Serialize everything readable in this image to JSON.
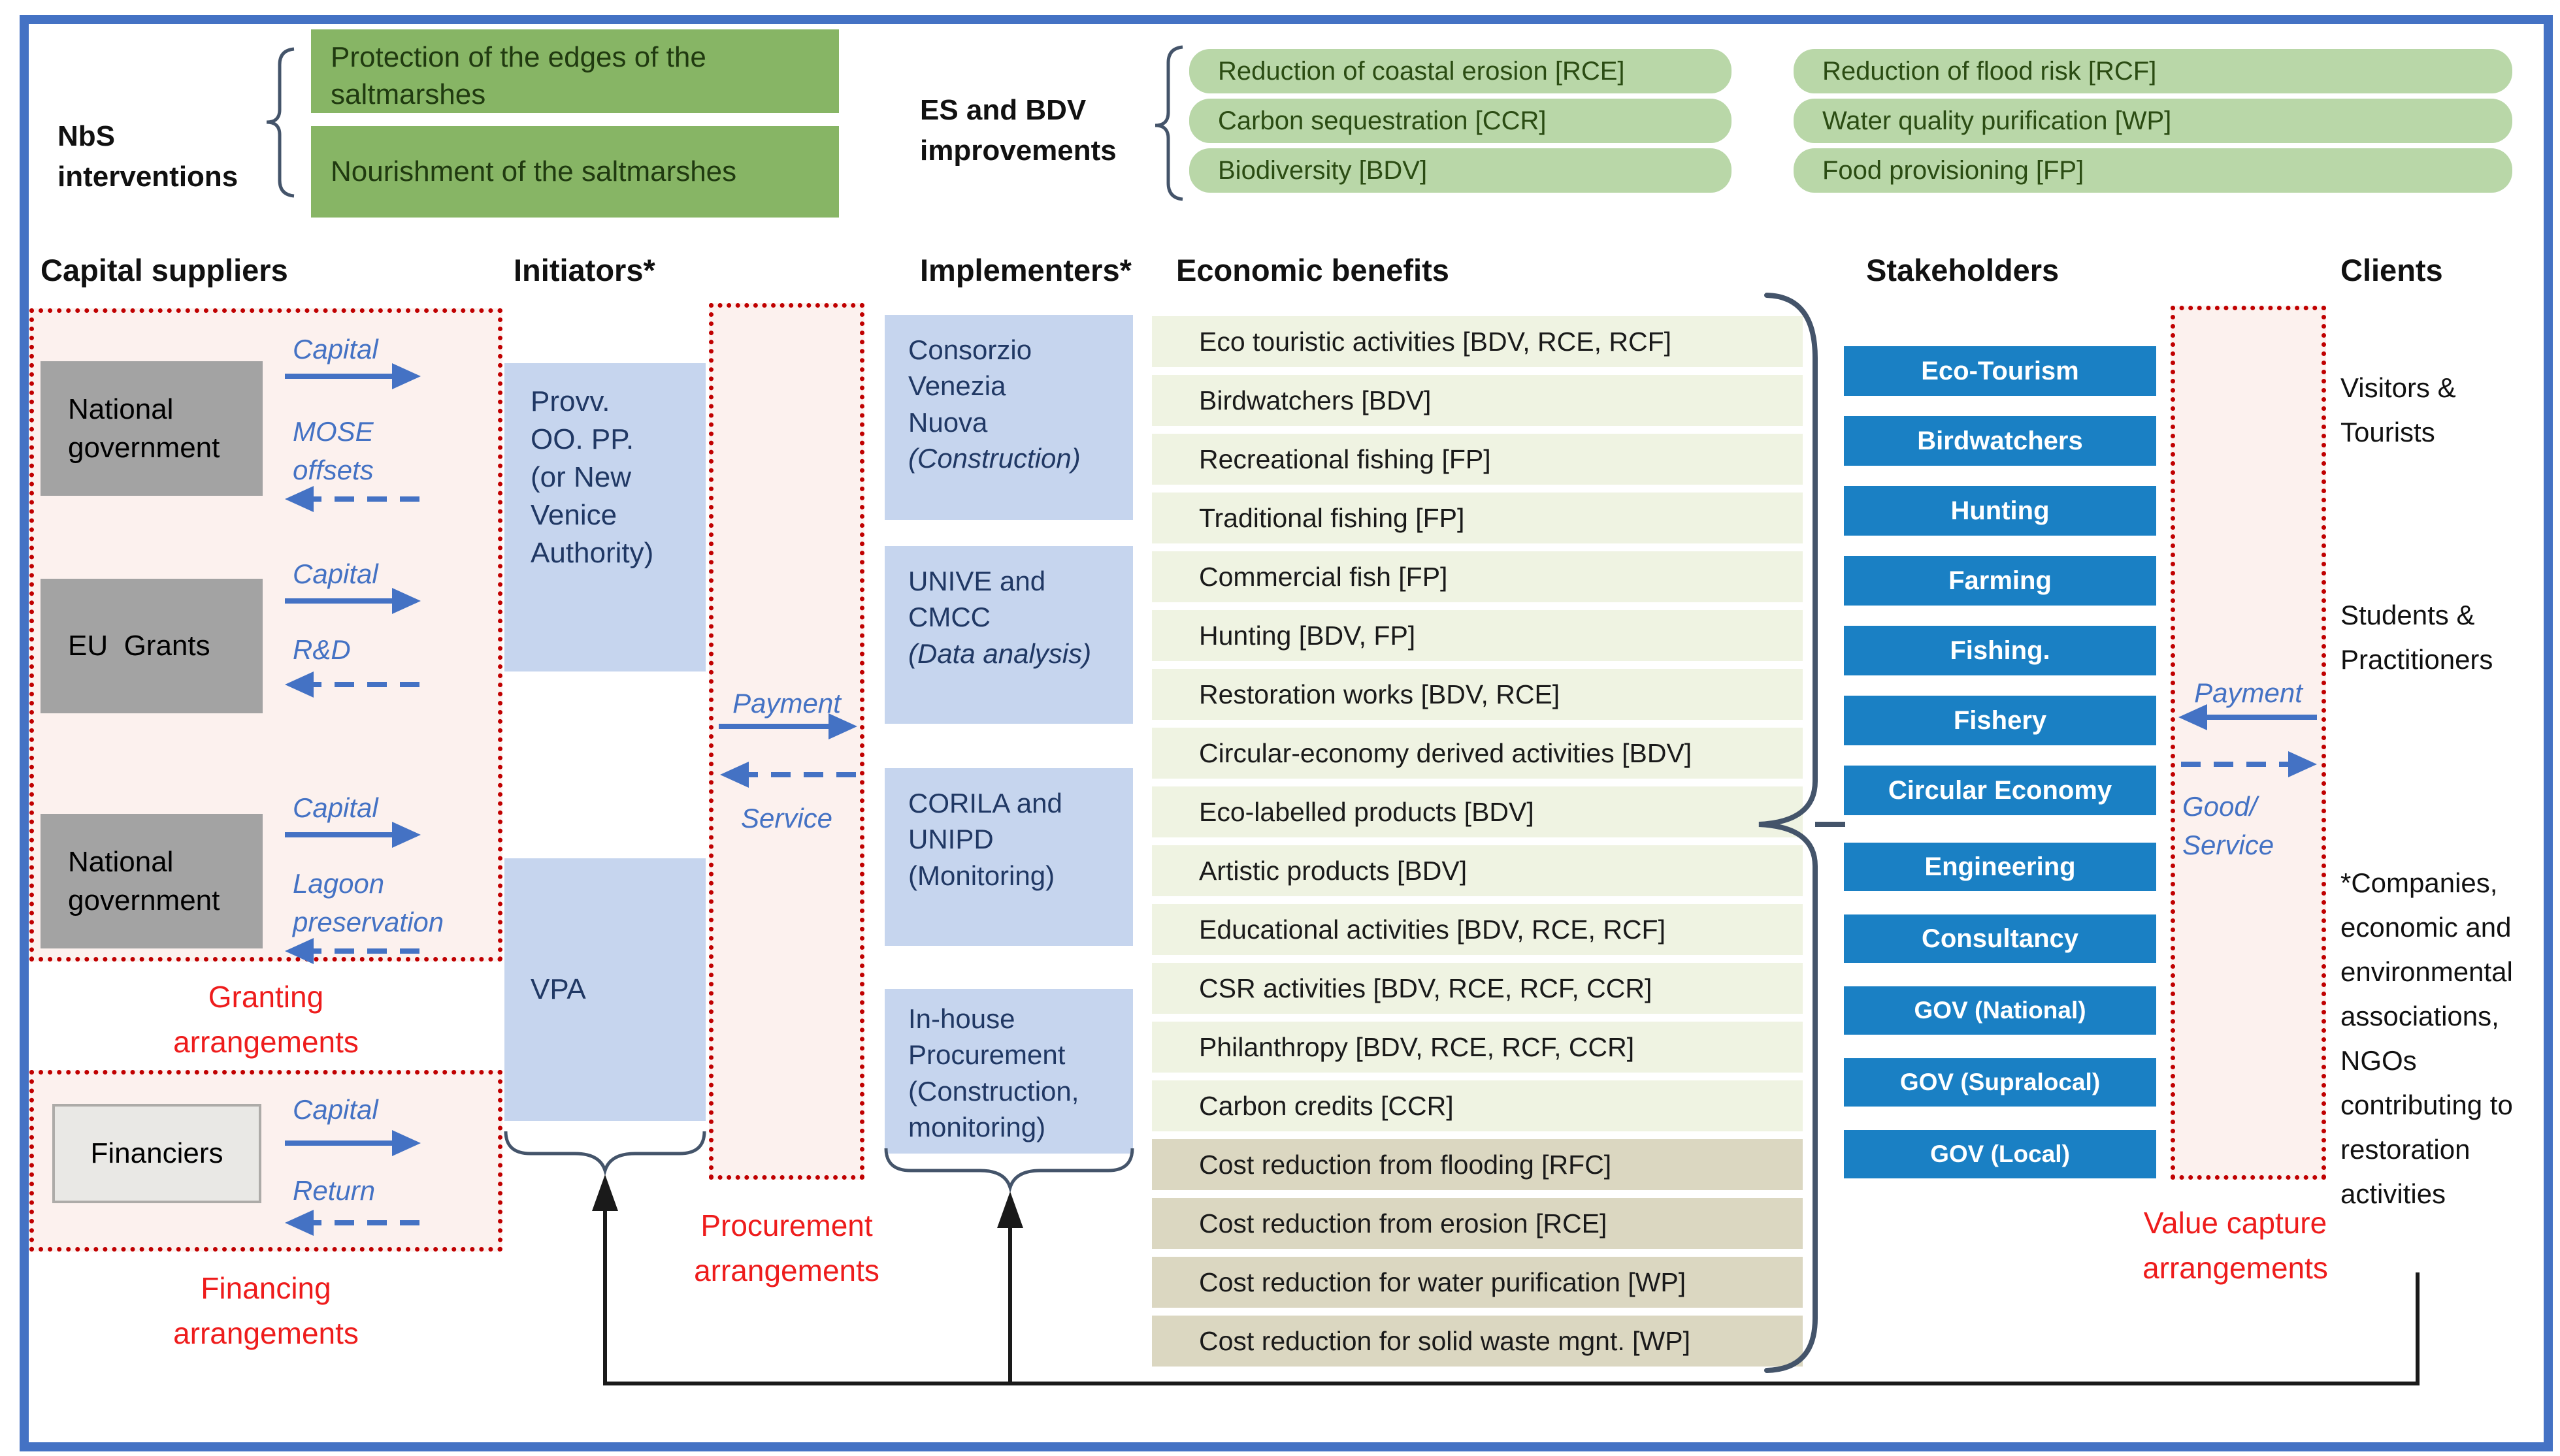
{
  "headers": {
    "capital_suppliers": "Capital suppliers",
    "initiators": "Initiators*",
    "implementers": "Implementers*",
    "economic_benefits": "Economic benefits",
    "stakeholders": "Stakeholders",
    "clients": "Clients"
  },
  "nbs": {
    "label": "NbS\ninterventions",
    "box1": "Protection of the edges of the\nsaltmarshes",
    "box2": "Nourishment of the saltmarshes"
  },
  "es": {
    "label": "ES and BDV\nimprovements",
    "col1": [
      "Reduction of coastal erosion [RCE]",
      "Carbon sequestration [CCR]",
      "Biodiversity [BDV]"
    ],
    "col2": [
      "Reduction of flood risk [RCF]",
      "Water quality purification [WP]",
      "Food provisioning [FP]"
    ]
  },
  "granting": {
    "suppliers": [
      {
        "name": "National\ngovernment",
        "flow_out": "Capital",
        "flow_back": "MOSE\noffsets"
      },
      {
        "name": "EU  Grants",
        "flow_out": "Capital",
        "flow_back": "R&D"
      },
      {
        "name": "National\ngovernment",
        "flow_out": "Capital",
        "flow_back": "Lagoon\npreservation"
      }
    ],
    "label": "Granting\narrangements"
  },
  "financing": {
    "financier": "Financiers",
    "flow_out": "Capital",
    "flow_back": "Return",
    "label": "Financing\narrangements"
  },
  "initiators": {
    "box1": "Provv.\nOO. PP.\n(or New\nVenice\nAuthority)",
    "box2": "VPA"
  },
  "procurement": {
    "payment": "Payment",
    "service": "Service",
    "label": "Procurement\narrangements"
  },
  "implementers": [
    {
      "name": "Consorzio\nVenezia\nNuova",
      "role": "(Construction)"
    },
    {
      "name": "UNIVE and\nCMCC",
      "role": "(Data analysis)"
    },
    {
      "name": "CORILA and\nUNIPD",
      "role": "(Monitoring)"
    },
    {
      "name": "In-house\nProcurement",
      "role": "(Construction,\nmonitoring)"
    }
  ],
  "benefits": [
    "Eco touristic activities [BDV, RCE, RCF]",
    "Birdwatchers [BDV]",
    "Recreational fishing [FP]",
    "Traditional fishing [FP]",
    "Commercial fish [FP]",
    "Hunting [BDV, FP]",
    "Restoration works [BDV, RCE]",
    "Circular-economy derived activities [BDV]",
    "Eco-labelled products [BDV]",
    "Artistic products [BDV]",
    "Educational activities [BDV, RCE, RCF]",
    "CSR activities [BDV, RCE, RCF, CCR]",
    "Philanthropy [BDV, RCE, RCF, CCR]",
    "Carbon credits [CCR]",
    "Cost reduction from flooding [RFC]",
    "Cost reduction from erosion [RCE]",
    "Cost reduction for water purification [WP]",
    "Cost reduction for solid waste mgnt. [WP]"
  ],
  "stakeholders": {
    "group1": [
      "Eco-Tourism",
      "Birdwatchers",
      "Hunting",
      "Farming",
      "Fishing.",
      "Fishery",
      "Circular Economy"
    ],
    "group2": [
      "Engineering",
      "Consultancy",
      "GOV (National)",
      "GOV (Supralocal)",
      "GOV (Local)"
    ]
  },
  "value_capture": {
    "payment": "Payment",
    "good_service": "Good/\nService",
    "label": "Value capture\narrangements"
  },
  "clients": {
    "visitors": "Visitors &\nTourists",
    "students": "Students &\nPractitioners",
    "note": "*Companies,\neconomic and\nenvironmental\nassociations,\nNGOs\ncontributing to\nrestoration\nactivities"
  },
  "colors": {
    "frame_blue": "#4472c4",
    "arrow_blue": "#4472c4",
    "brace_navy": "#44546a",
    "nbs_green": "#87b565",
    "es_green": "#b9d7a8",
    "benefit_green": "#eff3e2",
    "benefit_tan": "#dbd7c1",
    "stakeholder_blue": "#1a80c4",
    "light_blue": "#c6d5ee",
    "gray": "#a3a3a3",
    "dotted_red": "#c00000",
    "label_red": "#ee1c1c"
  }
}
